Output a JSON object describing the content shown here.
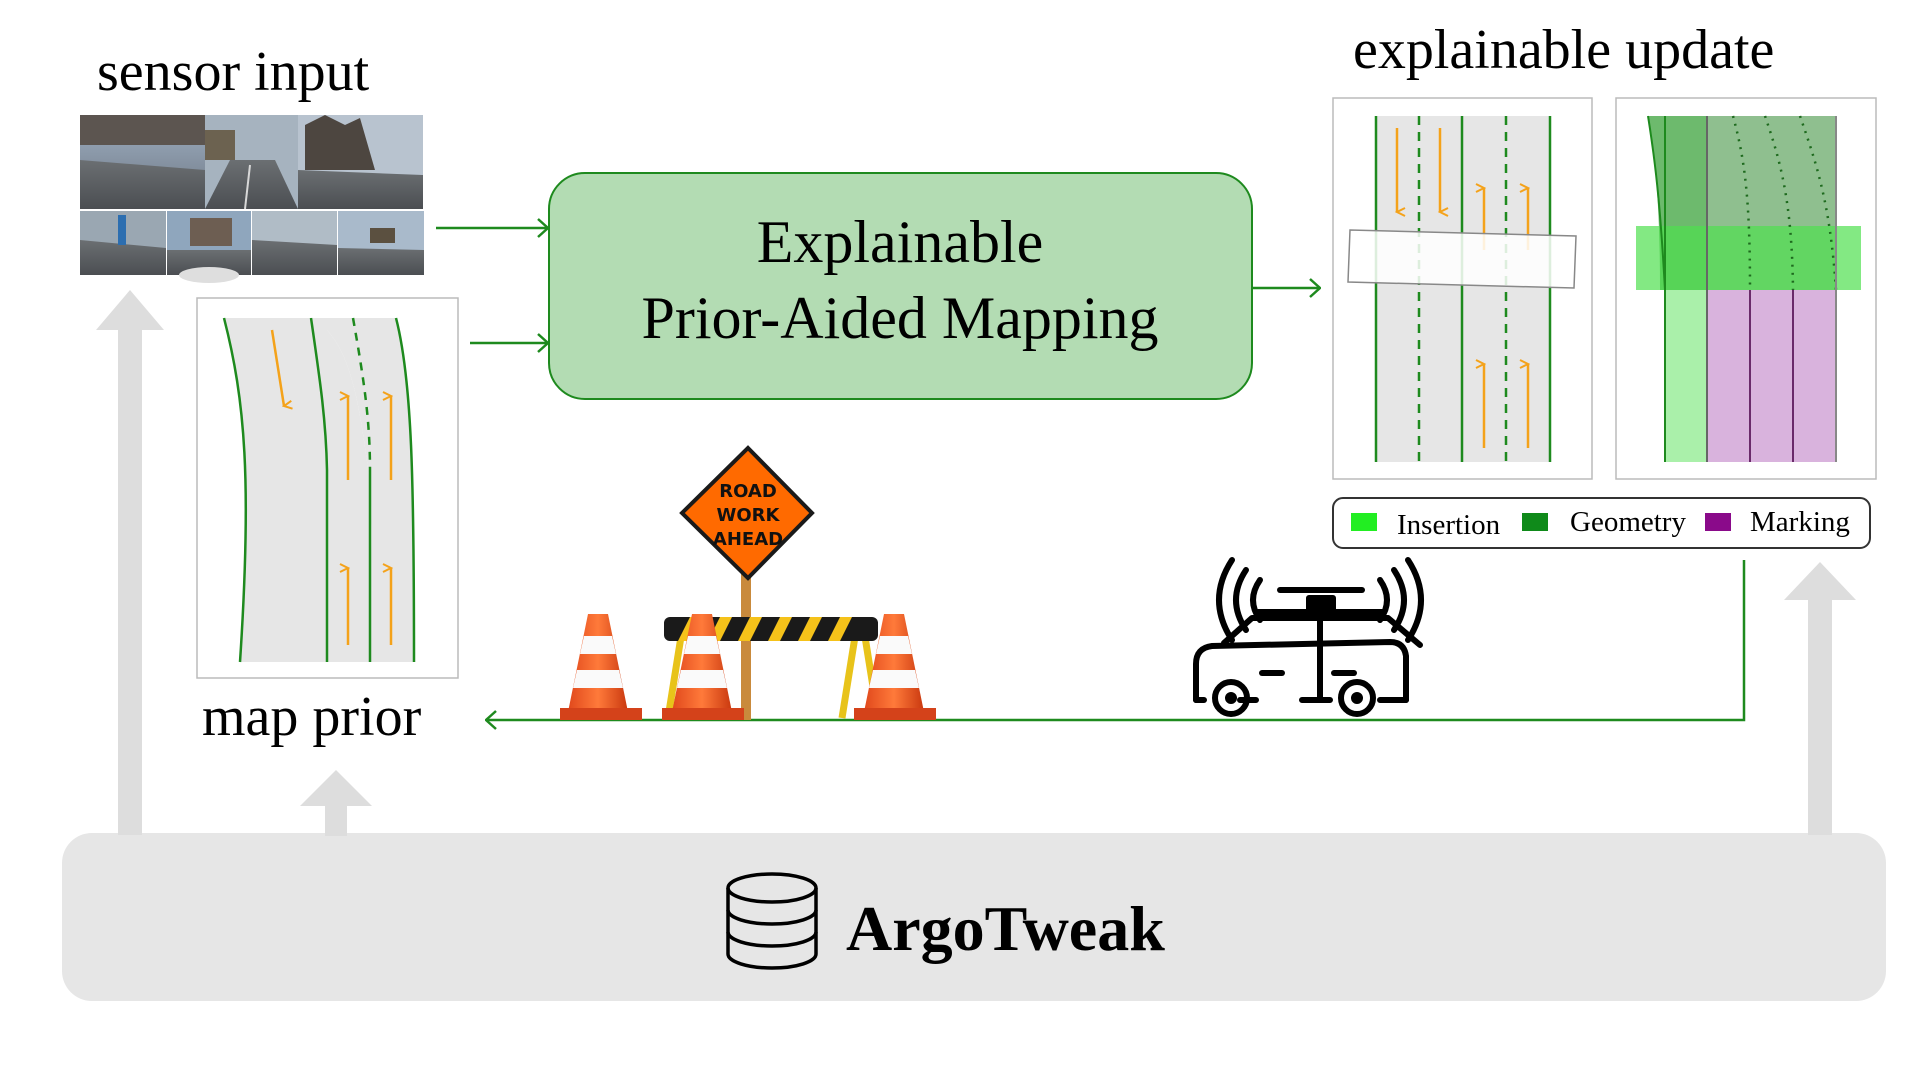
{
  "labels": {
    "sensor_input": "sensor input",
    "explainable_update": "explainable update",
    "map_prior": "map prior",
    "center_line1": "Explainable",
    "center_line2": "Prior-Aided Mapping",
    "dataset": "ArgoTweak"
  },
  "legend": [
    {
      "label": "Insertion",
      "color": "#22ee22"
    },
    {
      "label": "Geometry",
      "color": "#0f8a1a"
    },
    {
      "label": "Marking",
      "color": "#8a0a8a"
    }
  ],
  "sign": {
    "line1": "ROAD",
    "line2": "WORK",
    "line3": "AHEAD"
  },
  "colors": {
    "flow_green": "#1e8a1e",
    "box_fill": "#b3dcb3",
    "lane_fill": "#e6e6e6",
    "arrow_orange": "#f4a21a",
    "gray_arrow": "#dddddd",
    "marking_purple": "#d9b3dd"
  },
  "icons": [
    "camera-image-icon",
    "road-sign-icon",
    "traffic-cone-icon",
    "barrier-icon",
    "autonomous-car-icon",
    "database-icon"
  ]
}
